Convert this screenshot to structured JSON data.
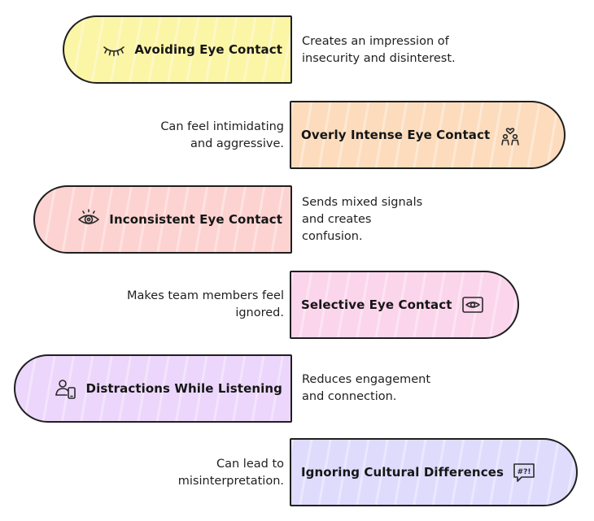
{
  "items": [
    {
      "label": "Avoiding Eye Contact",
      "description": "Creates an impression of\ninsecurity and disinterest.",
      "color": "#fbf5a6",
      "icon": "closed-eye-icon"
    },
    {
      "label": "Overly Intense Eye Contact",
      "description": "Can feel intimidating\nand aggressive.",
      "color": "#fcdcbd",
      "icon": "people-heart-icon"
    },
    {
      "label": "Inconsistent Eye Contact",
      "description": "Sends mixed signals\nand creates\nconfusion.",
      "color": "#fcd3d1",
      "icon": "eye-icon"
    },
    {
      "label": "Selective Eye Contact",
      "description": "Makes team members feel\nignored.",
      "color": "#fbd5ec",
      "icon": "framed-eye-icon"
    },
    {
      "label": "Distractions While Listening",
      "description": "Reduces engagement\nand connection.",
      "color": "#ecd6fb",
      "icon": "person-phone-icon"
    },
    {
      "label": "Ignoring Cultural Differences",
      "description": "Can lead to\nmisinterpretation.",
      "color": "#dedbfd",
      "icon": "speech-symbols-icon"
    }
  ]
}
